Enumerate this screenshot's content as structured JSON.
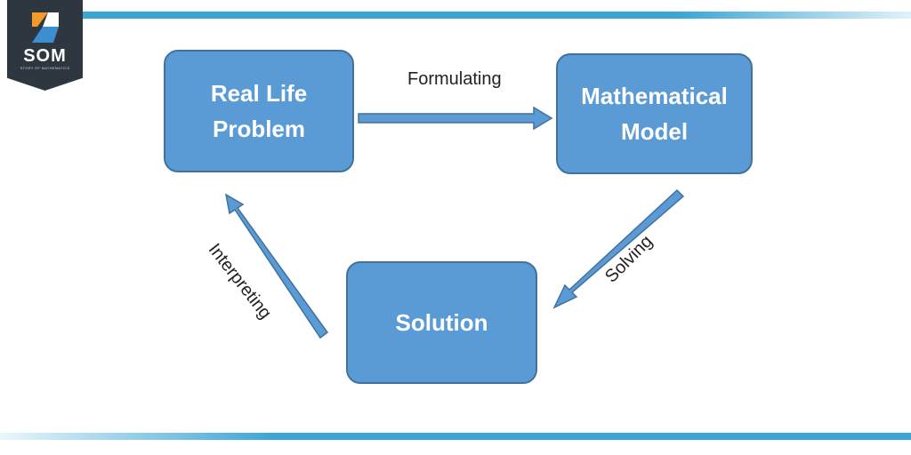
{
  "logo": {
    "text": "SOM",
    "subtext": "STORY OF MATHEMATICS",
    "colors": {
      "background": "#2e3740",
      "orange": "#f39a2b",
      "blue": "#3b8ed0",
      "white": "#ffffff"
    }
  },
  "colors": {
    "box_fill": "#5b9bd5",
    "box_border": "#41719c",
    "arrow": "#5b9bd5",
    "accent_bar": "#3aa6d6"
  },
  "nodes": {
    "real_life_problem": {
      "line1": "Real Life",
      "line2": "Problem"
    },
    "mathematical_model": {
      "line1": "Mathematical",
      "line2": "Model"
    },
    "solution": {
      "label": "Solution"
    }
  },
  "edges": {
    "formulating": {
      "label": "Formulating",
      "from": "Real Life Problem",
      "to": "Mathematical Model"
    },
    "solving": {
      "label": "Solving",
      "from": "Mathematical Model",
      "to": "Solution"
    },
    "interpreting": {
      "label": "Interpreting",
      "from": "Solution",
      "to": "Real Life Problem"
    }
  }
}
